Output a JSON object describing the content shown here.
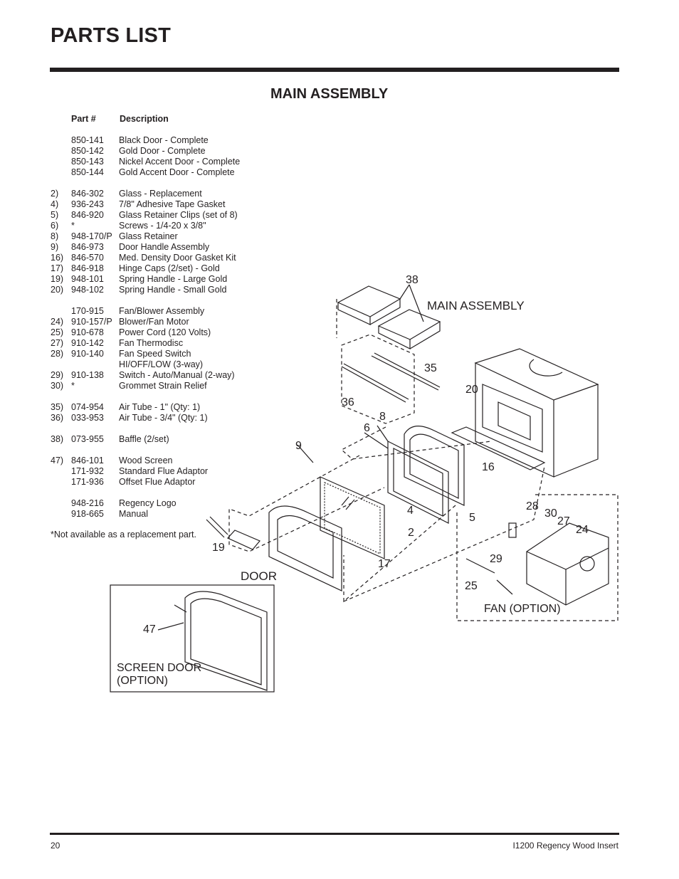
{
  "page_title": "PARTS LIST",
  "section_title": "MAIN ASSEMBLY",
  "table_header": {
    "part": "Part #",
    "description": "Description"
  },
  "parts": [
    {
      "num": "",
      "part": "850-141",
      "desc": "Black Door - Complete"
    },
    {
      "num": "",
      "part": "850-142",
      "desc": "Gold Door - Complete"
    },
    {
      "num": "",
      "part": "850-143",
      "desc": "Nickel Accent Door - Complete"
    },
    {
      "num": "",
      "part": "850-144",
      "desc": "Gold Accent Door - Complete"
    },
    {
      "gap": true
    },
    {
      "num": "2)",
      "part": "846-302",
      "desc": "Glass - Replacement"
    },
    {
      "num": "4)",
      "part": "936-243",
      "desc": "7/8\" Adhesive Tape Gasket"
    },
    {
      "num": "5)",
      "part": "846-920",
      "desc": "Glass Retainer Clips (set of 8)"
    },
    {
      "num": "6)",
      "part": "*",
      "desc": "Screws - 1/4-20 x 3/8\""
    },
    {
      "num": "8)",
      "part": "948-170/P",
      "desc": "Glass Retainer"
    },
    {
      "num": "9)",
      "part": "846-973",
      "desc": "Door Handle Assembly"
    },
    {
      "num": "16)",
      "part": "846-570",
      "desc": "Med. Density Door Gasket Kit"
    },
    {
      "num": "17)",
      "part": "846-918",
      "desc": "Hinge Caps (2/set) - Gold"
    },
    {
      "num": "19)",
      "part": "948-101",
      "desc": "Spring Handle - Large Gold"
    },
    {
      "num": "20)",
      "part": "948-102",
      "desc": "Spring Handle - Small Gold"
    },
    {
      "gap": true
    },
    {
      "num": "",
      "part": "170-915",
      "desc": "Fan/Blower Assembly"
    },
    {
      "num": "24)",
      "part": "910-157/P",
      "desc": "Blower/Fan Motor"
    },
    {
      "num": "25)",
      "part": "910-678",
      "desc": "Power Cord (120 Volts)"
    },
    {
      "num": "27)",
      "part": "910-142",
      "desc": "Fan Thermodisc"
    },
    {
      "num": "28)",
      "part": "910-140",
      "desc": "Fan Speed Switch"
    },
    {
      "num": "",
      "part": "",
      "desc": "HI/OFF/LOW (3-way)"
    },
    {
      "num": "29)",
      "part": "910-138",
      "desc": "Switch - Auto/Manual (2-way)"
    },
    {
      "num": "30)",
      "part": "*",
      "desc": "Grommet Strain Relief"
    },
    {
      "gap": true
    },
    {
      "num": "35)",
      "part": "074-954",
      "desc": "Air Tube - 1\"  (Qty: 1)"
    },
    {
      "num": "36)",
      "part": "033-953",
      "desc": "Air Tube - 3/4\"  (Qty: 1)"
    },
    {
      "gap": true
    },
    {
      "num": "38)",
      "part": "073-955",
      "desc": "Baffle (2/set)"
    },
    {
      "gap": true
    },
    {
      "num": "47)",
      "part": "846-101",
      "desc": "Wood Screen"
    },
    {
      "num": "",
      "part": "171-932",
      "desc": "Standard Flue Adaptor"
    },
    {
      "num": "",
      "part": "171-936",
      "desc": "Offset Flue Adaptor"
    },
    {
      "gap": true
    },
    {
      "num": "",
      "part": "948-216",
      "desc": "Regency Logo"
    },
    {
      "num": "",
      "part": "918-665",
      "desc": "Manual"
    }
  ],
  "footnote": "*Not available as a replacement part.",
  "diagram": {
    "main_label": "MAIN ASSEMBLY",
    "door_label": "DOOR",
    "fan_label": "FAN (OPTION)",
    "screen_label_1": "SCREEN DOOR",
    "screen_label_2": "(OPTION)",
    "callouts": {
      "c38": "38",
      "c35": "35",
      "c36": "36",
      "c20": "20",
      "c8": "8",
      "c6": "6",
      "c9": "9",
      "c16": "16",
      "c4": "4",
      "c5": "5",
      "c2": "2",
      "c17": "17",
      "c19": "19",
      "c28": "28",
      "c30": "30",
      "c27": "27",
      "c24": "24",
      "c29": "29",
      "c25": "25",
      "c47": "47"
    }
  },
  "footer": {
    "page_number": "20",
    "doc_title": "I1200 Regency Wood Insert"
  }
}
